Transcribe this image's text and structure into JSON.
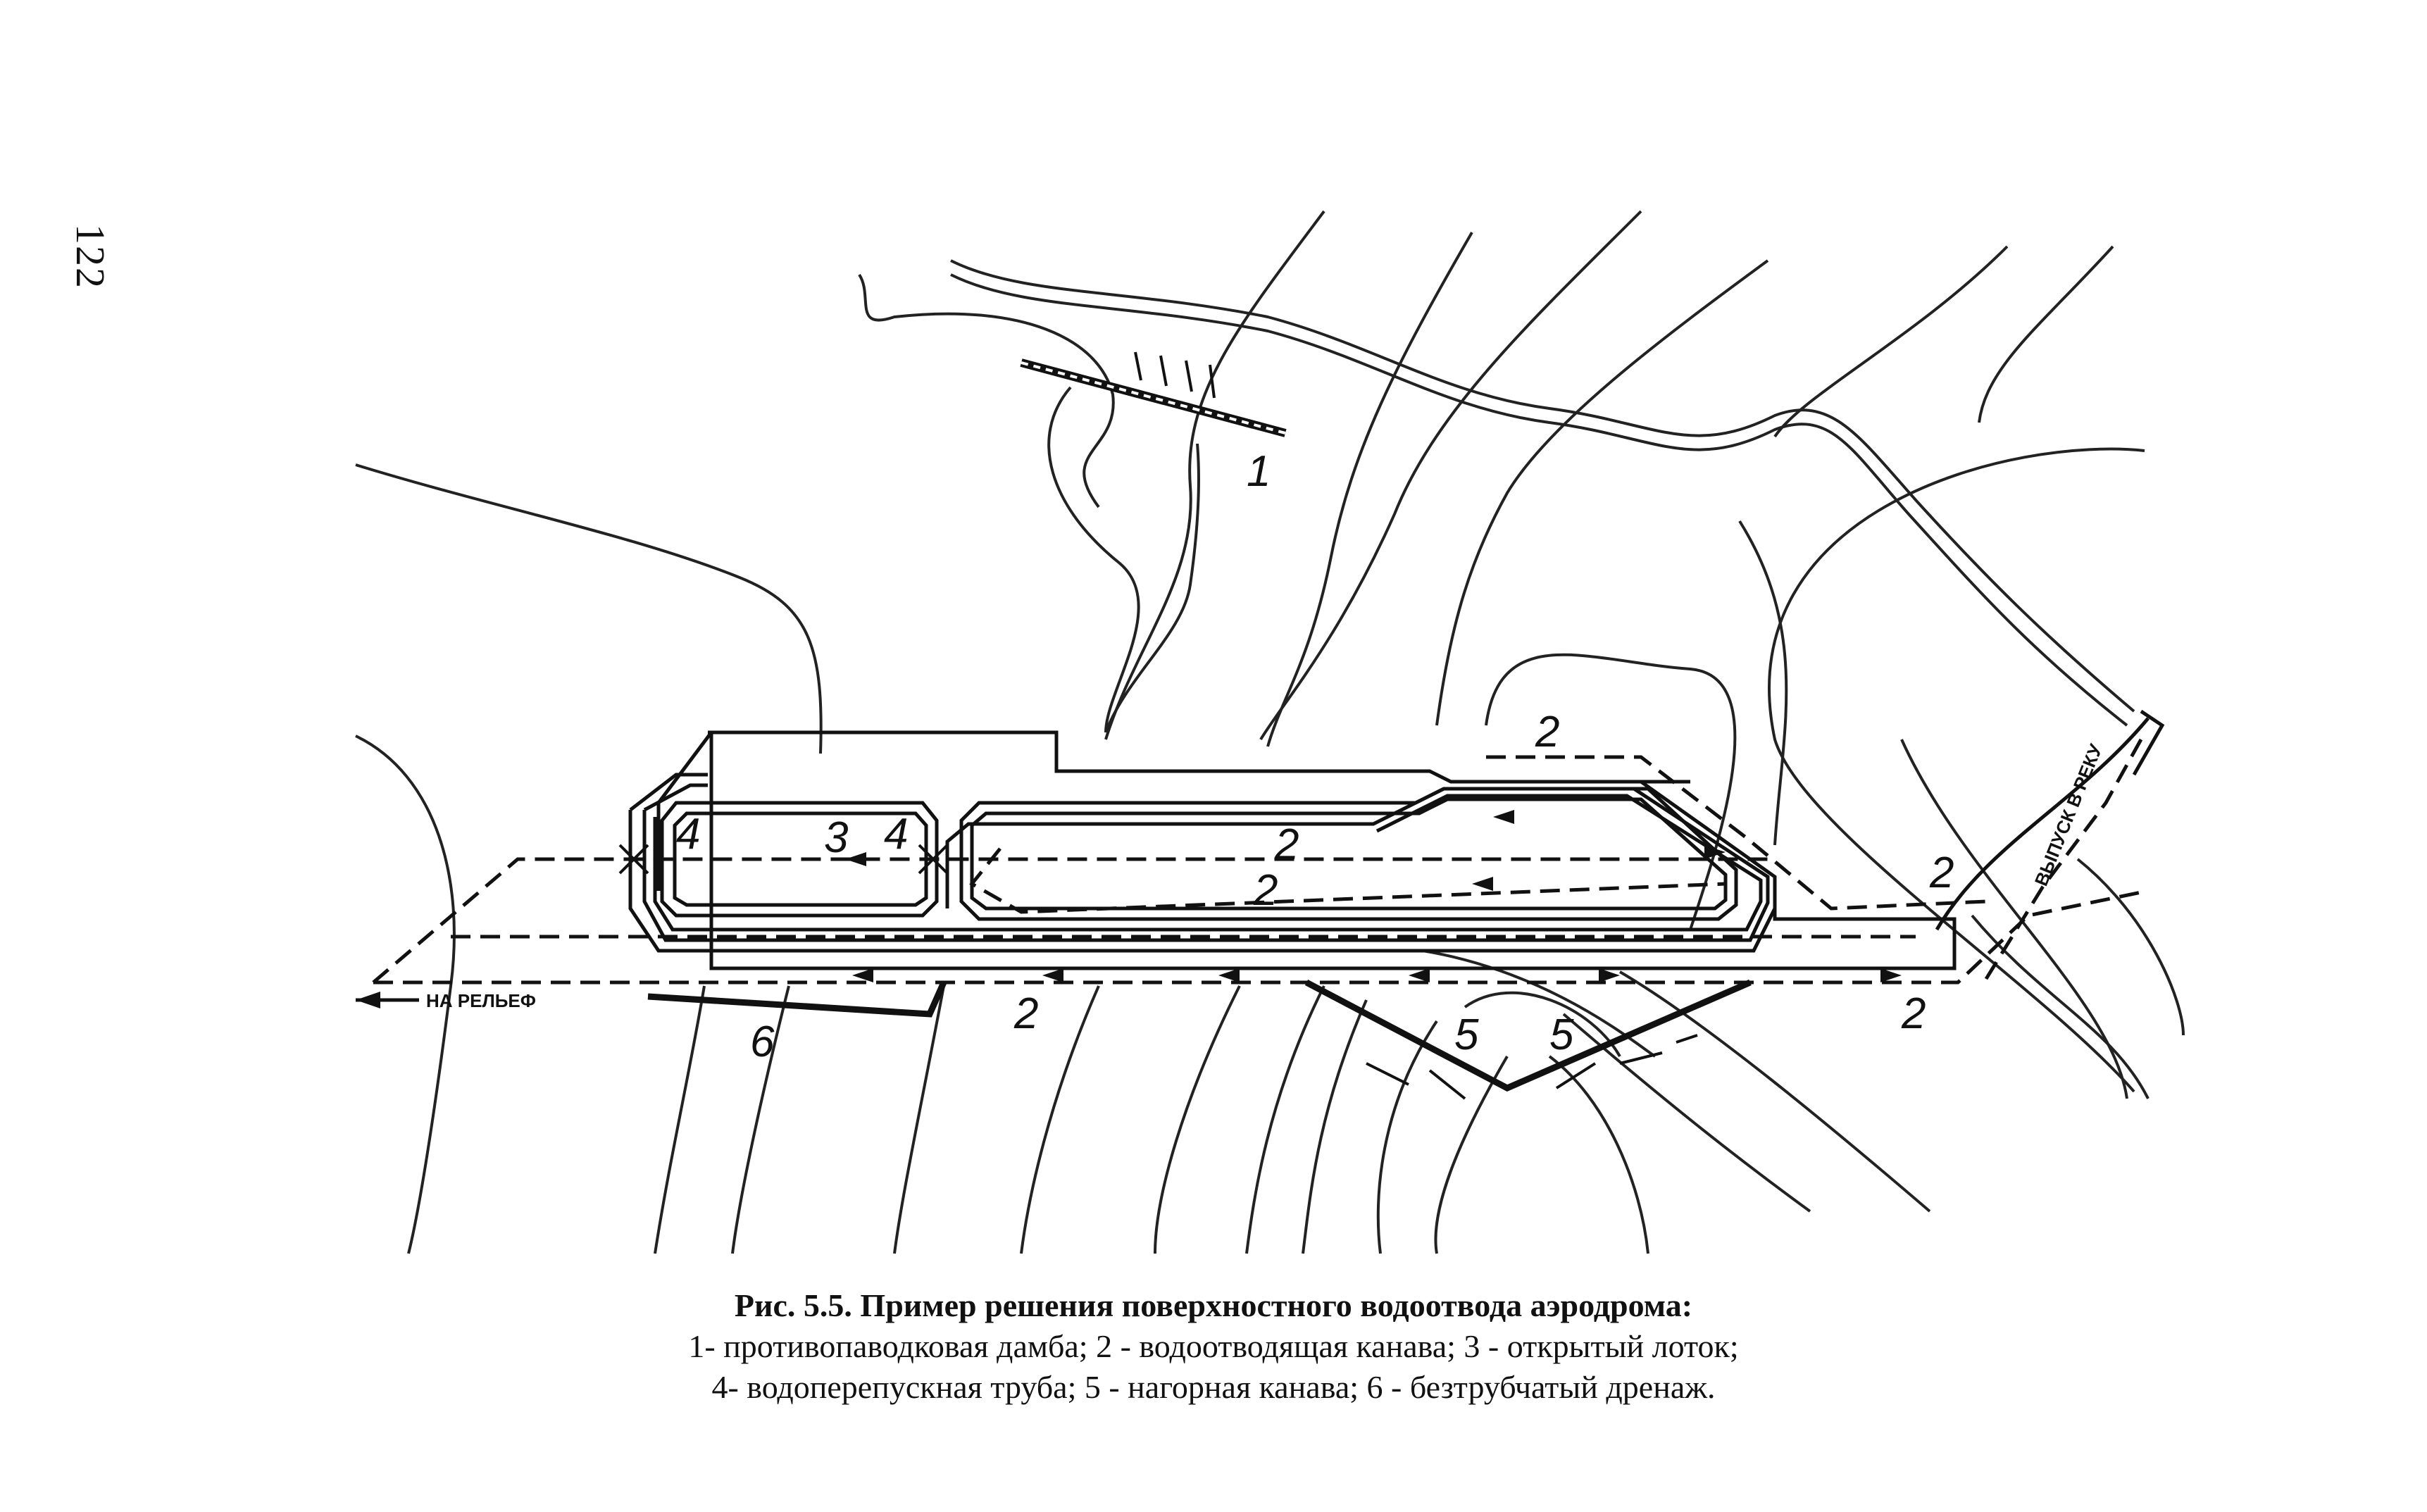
{
  "page_number": "122",
  "diagram": {
    "labels": {
      "dam": "1",
      "drain_top": "2",
      "drain_mid1": "2",
      "drain_mid2": "2",
      "drain_bottom": "2",
      "drain_right": "2",
      "drain_far_right": "2",
      "tray": "3",
      "pipe_left": "4",
      "pipe_right": "4",
      "upland_left": "5",
      "upland_right": "5",
      "trenchless": "6"
    },
    "arrow_left_text": "НА РЕЛЬЕФ",
    "arrow_right_text": "ВЫПУСК В РЕКУ"
  },
  "caption": {
    "title": "Рис. 5.5. Пример решения поверхностного водоотвода аэродрома:",
    "line2": "1- противопаводковая дамба; 2 - водоотводящая канава; 3 - открытый лоток;",
    "line3": "4- водоперепускная труба; 5 - нагорная канава; 6 - безтрубчатый дренаж."
  }
}
